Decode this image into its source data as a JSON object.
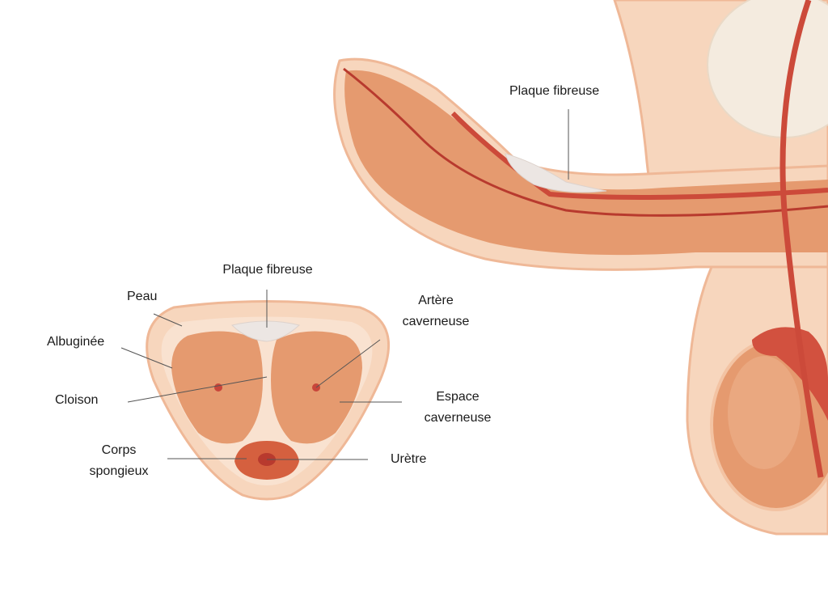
{
  "side_view": {
    "plaque_label": "Plaque fibreuse"
  },
  "cross_section": {
    "labels": {
      "plaque": "Plaque fibreuse",
      "skin": "Peau",
      "albuginea": "Albuginée",
      "septum": "Cloison",
      "spongy_body_1": "Corps",
      "spongy_body_2": "spongieux",
      "artery_1": "Artère",
      "artery_2": "caverneuse",
      "cavernous_space_1": "Espace",
      "cavernous_space_2": "caverneuse",
      "urethra": "Urètre"
    }
  },
  "colors": {
    "skin": "#f7d6bd",
    "skin_outline": "#efb897",
    "tissue": "#e59a6f",
    "artery": "#cc4a3a",
    "plaque": "#ece6e3"
  }
}
